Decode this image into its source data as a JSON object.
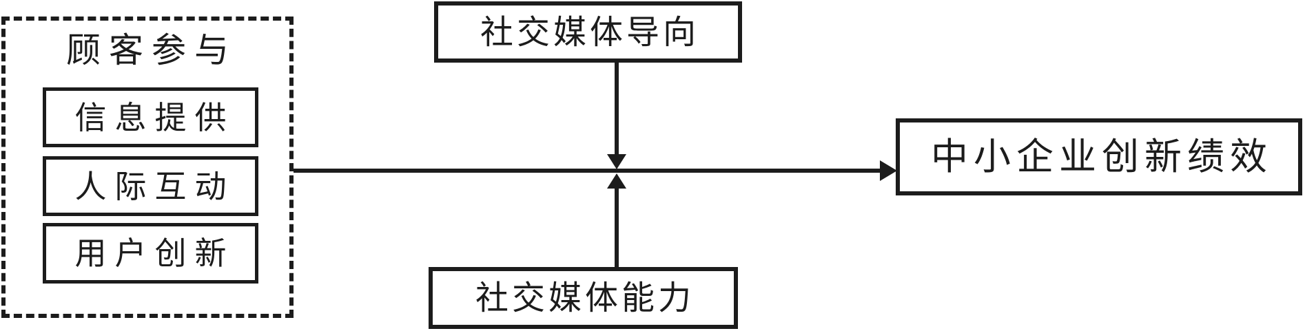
{
  "diagram": {
    "title": "moderation-model-of-social-media-and-sme-innovation",
    "customer_group": {
      "title": "顾客参与",
      "items": [
        "信息提供",
        "人际互动",
        "用户创新"
      ]
    },
    "moderator_top": "社交媒体导向",
    "moderator_bottom": "社交媒体能力",
    "outcome": "中小企业创新绩效",
    "relations": {
      "main_path": "顾客参与 → 中小企业创新绩效",
      "moderator_top_path": "社交媒体导向 ↓ 调节主效应",
      "moderator_bottom_path": "社交媒体能力 ↑ 调节主效应"
    },
    "colors": {
      "line": "#1c1c1c",
      "background": "#ffffff"
    }
  }
}
